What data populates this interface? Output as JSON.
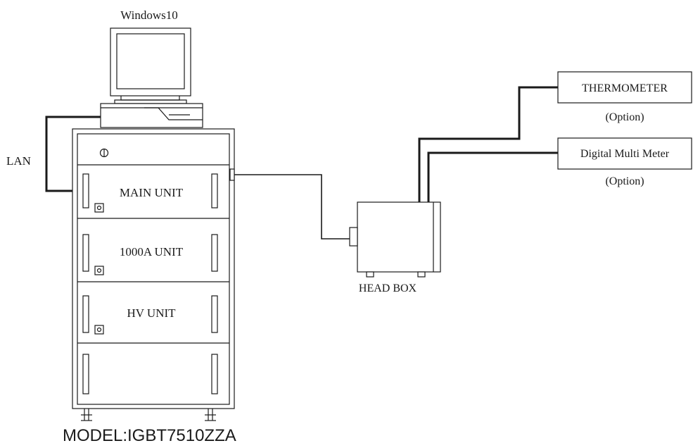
{
  "labels": {
    "os": "Windows10",
    "lan": "LAN",
    "main_unit": "MAIN UNIT",
    "unit_1000a": "1000A UNIT",
    "hv_unit": "HV UNIT",
    "head_box": "HEAD BOX",
    "thermometer": "THERMOMETER",
    "thermometer_option": "(Option)",
    "dmm": "Digital Multi Meter",
    "dmm_option": "(Option)",
    "model": "MODEL:IGBT7510ZZA"
  },
  "icons": {
    "power": "power-symbol-icon"
  }
}
